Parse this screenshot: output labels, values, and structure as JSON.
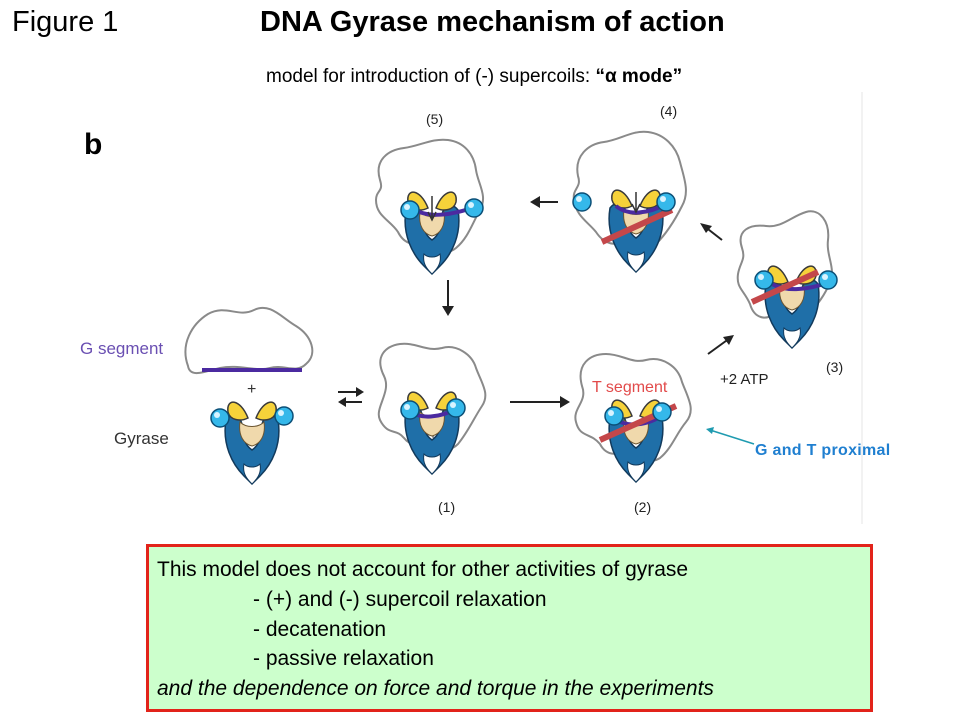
{
  "header": {
    "figure_label": "Figure 1",
    "title": "DNA Gyrase mechanism of action",
    "subtitle_prefix": "model for introduction of (-) supercoils: ",
    "subtitle_mode": "“α mode”"
  },
  "diagram": {
    "panel_letter": "b",
    "g_segment_label": "G segment",
    "plus_sign": "+",
    "gyrase_label": "Gyrase",
    "t_segment_label": "T segment",
    "atp_label": "+2 ATP",
    "step_labels": [
      "(1)",
      "(2)",
      "(3)",
      "(4)",
      "(5)"
    ],
    "colors": {
      "dna_loop": "#8a8a8a",
      "g_segment": "#4b2aa0",
      "t_segment": "#c4474a",
      "gyrase_blue": "#1f6fa8",
      "gyrase_yellow": "#f6d23a",
      "gyrase_tan": "#f0d9ac",
      "bead": "#35b8ea",
      "t_segment_label": "#e24a4a",
      "g_segment_label": "#6a4fb2"
    }
  },
  "callout": {
    "label": "G and T proximal",
    "color": "#1f7fd0"
  },
  "note": {
    "line1": "This model does not account for other activities of gyrase",
    "bullets": [
      "- (+) and (-) supercoil relaxation",
      "- decatenation",
      "- passive relaxation"
    ],
    "closing": "and the dependence on force and torque in the experiments",
    "border_color": "#e2231a",
    "background_color": "#ccffcc"
  }
}
